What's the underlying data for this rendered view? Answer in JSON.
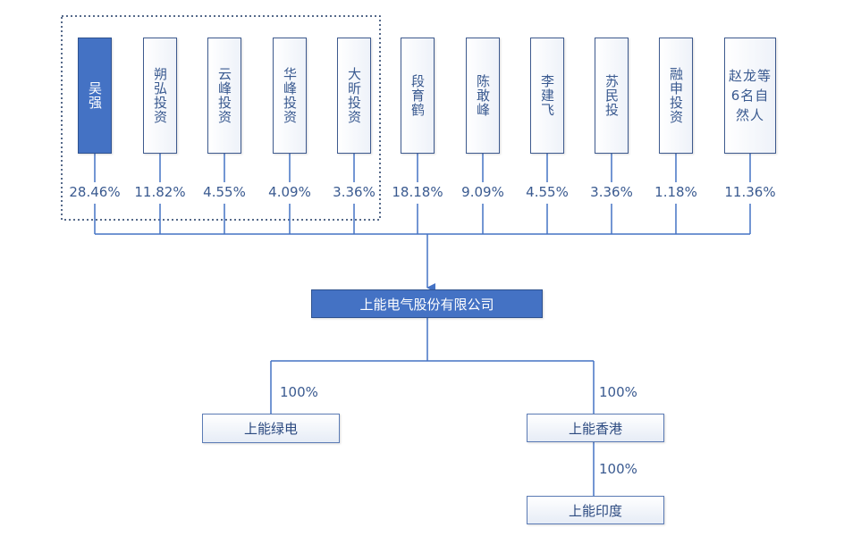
{
  "colors": {
    "line": "#4472c4",
    "primary_fill": "#4472c4",
    "text": "#3a5a90"
  },
  "shareholders": [
    {
      "name": "吴强",
      "pct": "28.46%"
    },
    {
      "name": "朔弘投资",
      "pct": "11.82%"
    },
    {
      "name": "云峰投资",
      "pct": "4.55%"
    },
    {
      "name": "华峰投资",
      "pct": "4.09%"
    },
    {
      "name": "大昕投资",
      "pct": "3.36%"
    },
    {
      "name": "段育鹤",
      "pct": "18.18%"
    },
    {
      "name": "陈敢峰",
      "pct": "9.09%"
    },
    {
      "name": "李建飞",
      "pct": "4.55%"
    },
    {
      "name": "苏民投",
      "pct": "3.36%"
    },
    {
      "name": "融申投资",
      "pct": "1.18%"
    },
    {
      "name": "赵龙等6名自然人",
      "pct": "11.36%"
    }
  ],
  "parent": {
    "name": "上能电气股份有限公司"
  },
  "subsidiaries": {
    "green": {
      "name": "上能绿电",
      "pct": "100%"
    },
    "hk": {
      "name": "上能香港",
      "pct": "100%"
    },
    "india": {
      "name": "上能印度",
      "pct": "100%"
    }
  }
}
